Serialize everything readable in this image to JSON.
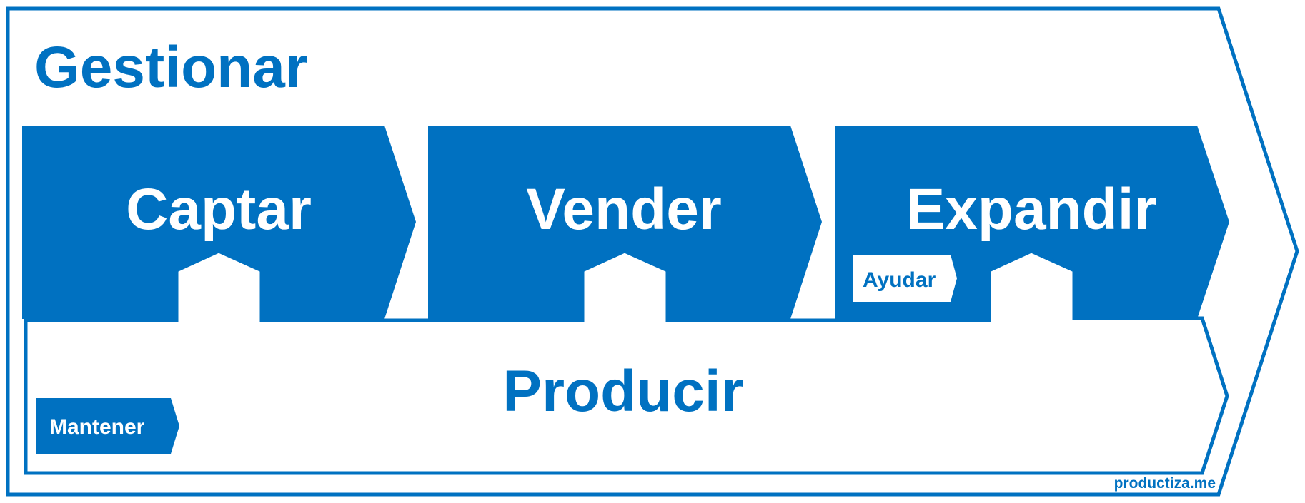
{
  "diagram": {
    "outer": {
      "label": "Gestionar"
    },
    "stages": [
      {
        "label": "Captar"
      },
      {
        "label": "Vender"
      },
      {
        "label": "Expandir"
      }
    ],
    "base": {
      "label": "Producir"
    },
    "tags": {
      "ayudar": "Ayudar",
      "mantener": "Mantener"
    },
    "footer": {
      "brand": "productiza.me"
    }
  },
  "colors": {
    "primary": "#0071c1",
    "background": "#ffffff"
  }
}
